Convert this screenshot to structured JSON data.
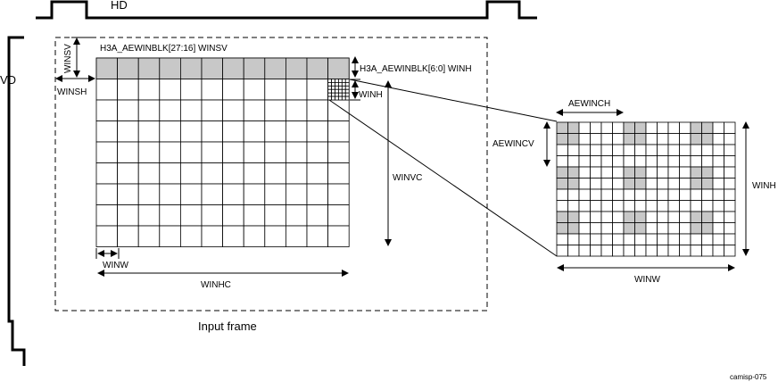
{
  "signals": {
    "hd": "HD",
    "vd": "VD"
  },
  "labels": {
    "winsv_reg": "H3A_AEWINBLK[27:16] WINSV",
    "winh_reg": "H3A_AEWINBLK[6:0] WINH",
    "winsv": "WINSV",
    "winsh": "WINSH",
    "winh": "WINH",
    "winvc": "WINVC",
    "winw": "WINW",
    "winhc": "WINHC",
    "aewinch": "AEWINCH",
    "aewincv": "AEWINCV",
    "winh_right": "WINH",
    "winw_right": "WINW",
    "input_frame": "Input frame",
    "figure_id": "camisp-075"
  },
  "colors": {
    "line": "#000000",
    "shade": "#c8c8c8",
    "background": "#ffffff"
  }
}
